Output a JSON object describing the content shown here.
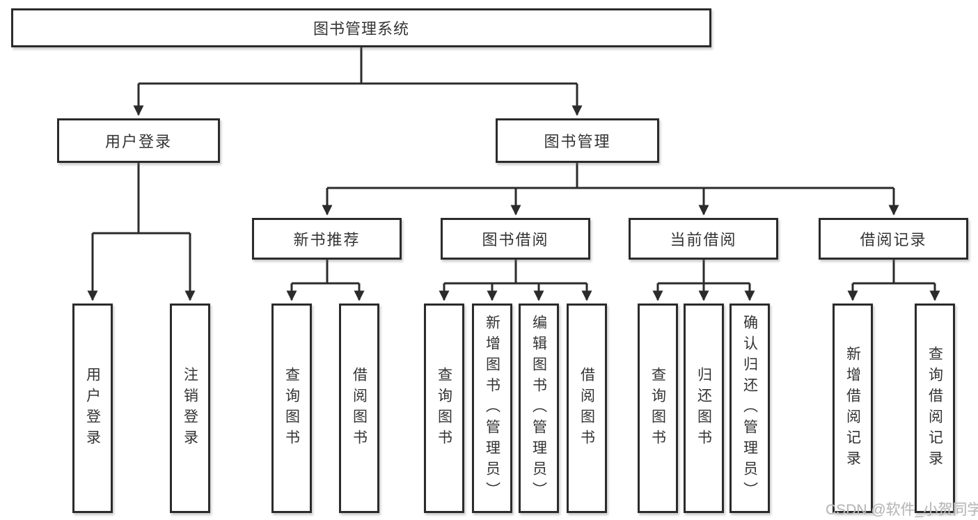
{
  "diagram": {
    "colors": {
      "line": "#2b2b2b",
      "box_border": "#2b2b2b",
      "box_fill": "#ffffff",
      "text": "#333333",
      "watermark": "#b9b9b9"
    },
    "tree": {
      "label": "图书管理系统",
      "children": [
        {
          "label": "用户登录",
          "children": [
            {
              "label": "用户登录"
            },
            {
              "label": "注销登录"
            }
          ]
        },
        {
          "label": "图书管理",
          "children": [
            {
              "label": "新书推荐",
              "children": [
                {
                  "label": "查询图书"
                },
                {
                  "label": "借阅图书"
                }
              ]
            },
            {
              "label": "图书借阅",
              "children": [
                {
                  "label": "查询图书"
                },
                {
                  "label": "新增图书（管理员）"
                },
                {
                  "label": "编辑图书（管理员）"
                },
                {
                  "label": "借阅图书"
                }
              ]
            },
            {
              "label": "当前借阅",
              "children": [
                {
                  "label": "查询图书"
                },
                {
                  "label": "归还图书"
                },
                {
                  "label": "确认归还（管理员）"
                }
              ]
            },
            {
              "label": "借阅记录",
              "children": [
                {
                  "label": "新增借阅记录"
                },
                {
                  "label": "查询借阅记录"
                }
              ]
            }
          ]
        }
      ]
    },
    "watermark": "CSDN @软件_小贺同学"
  }
}
